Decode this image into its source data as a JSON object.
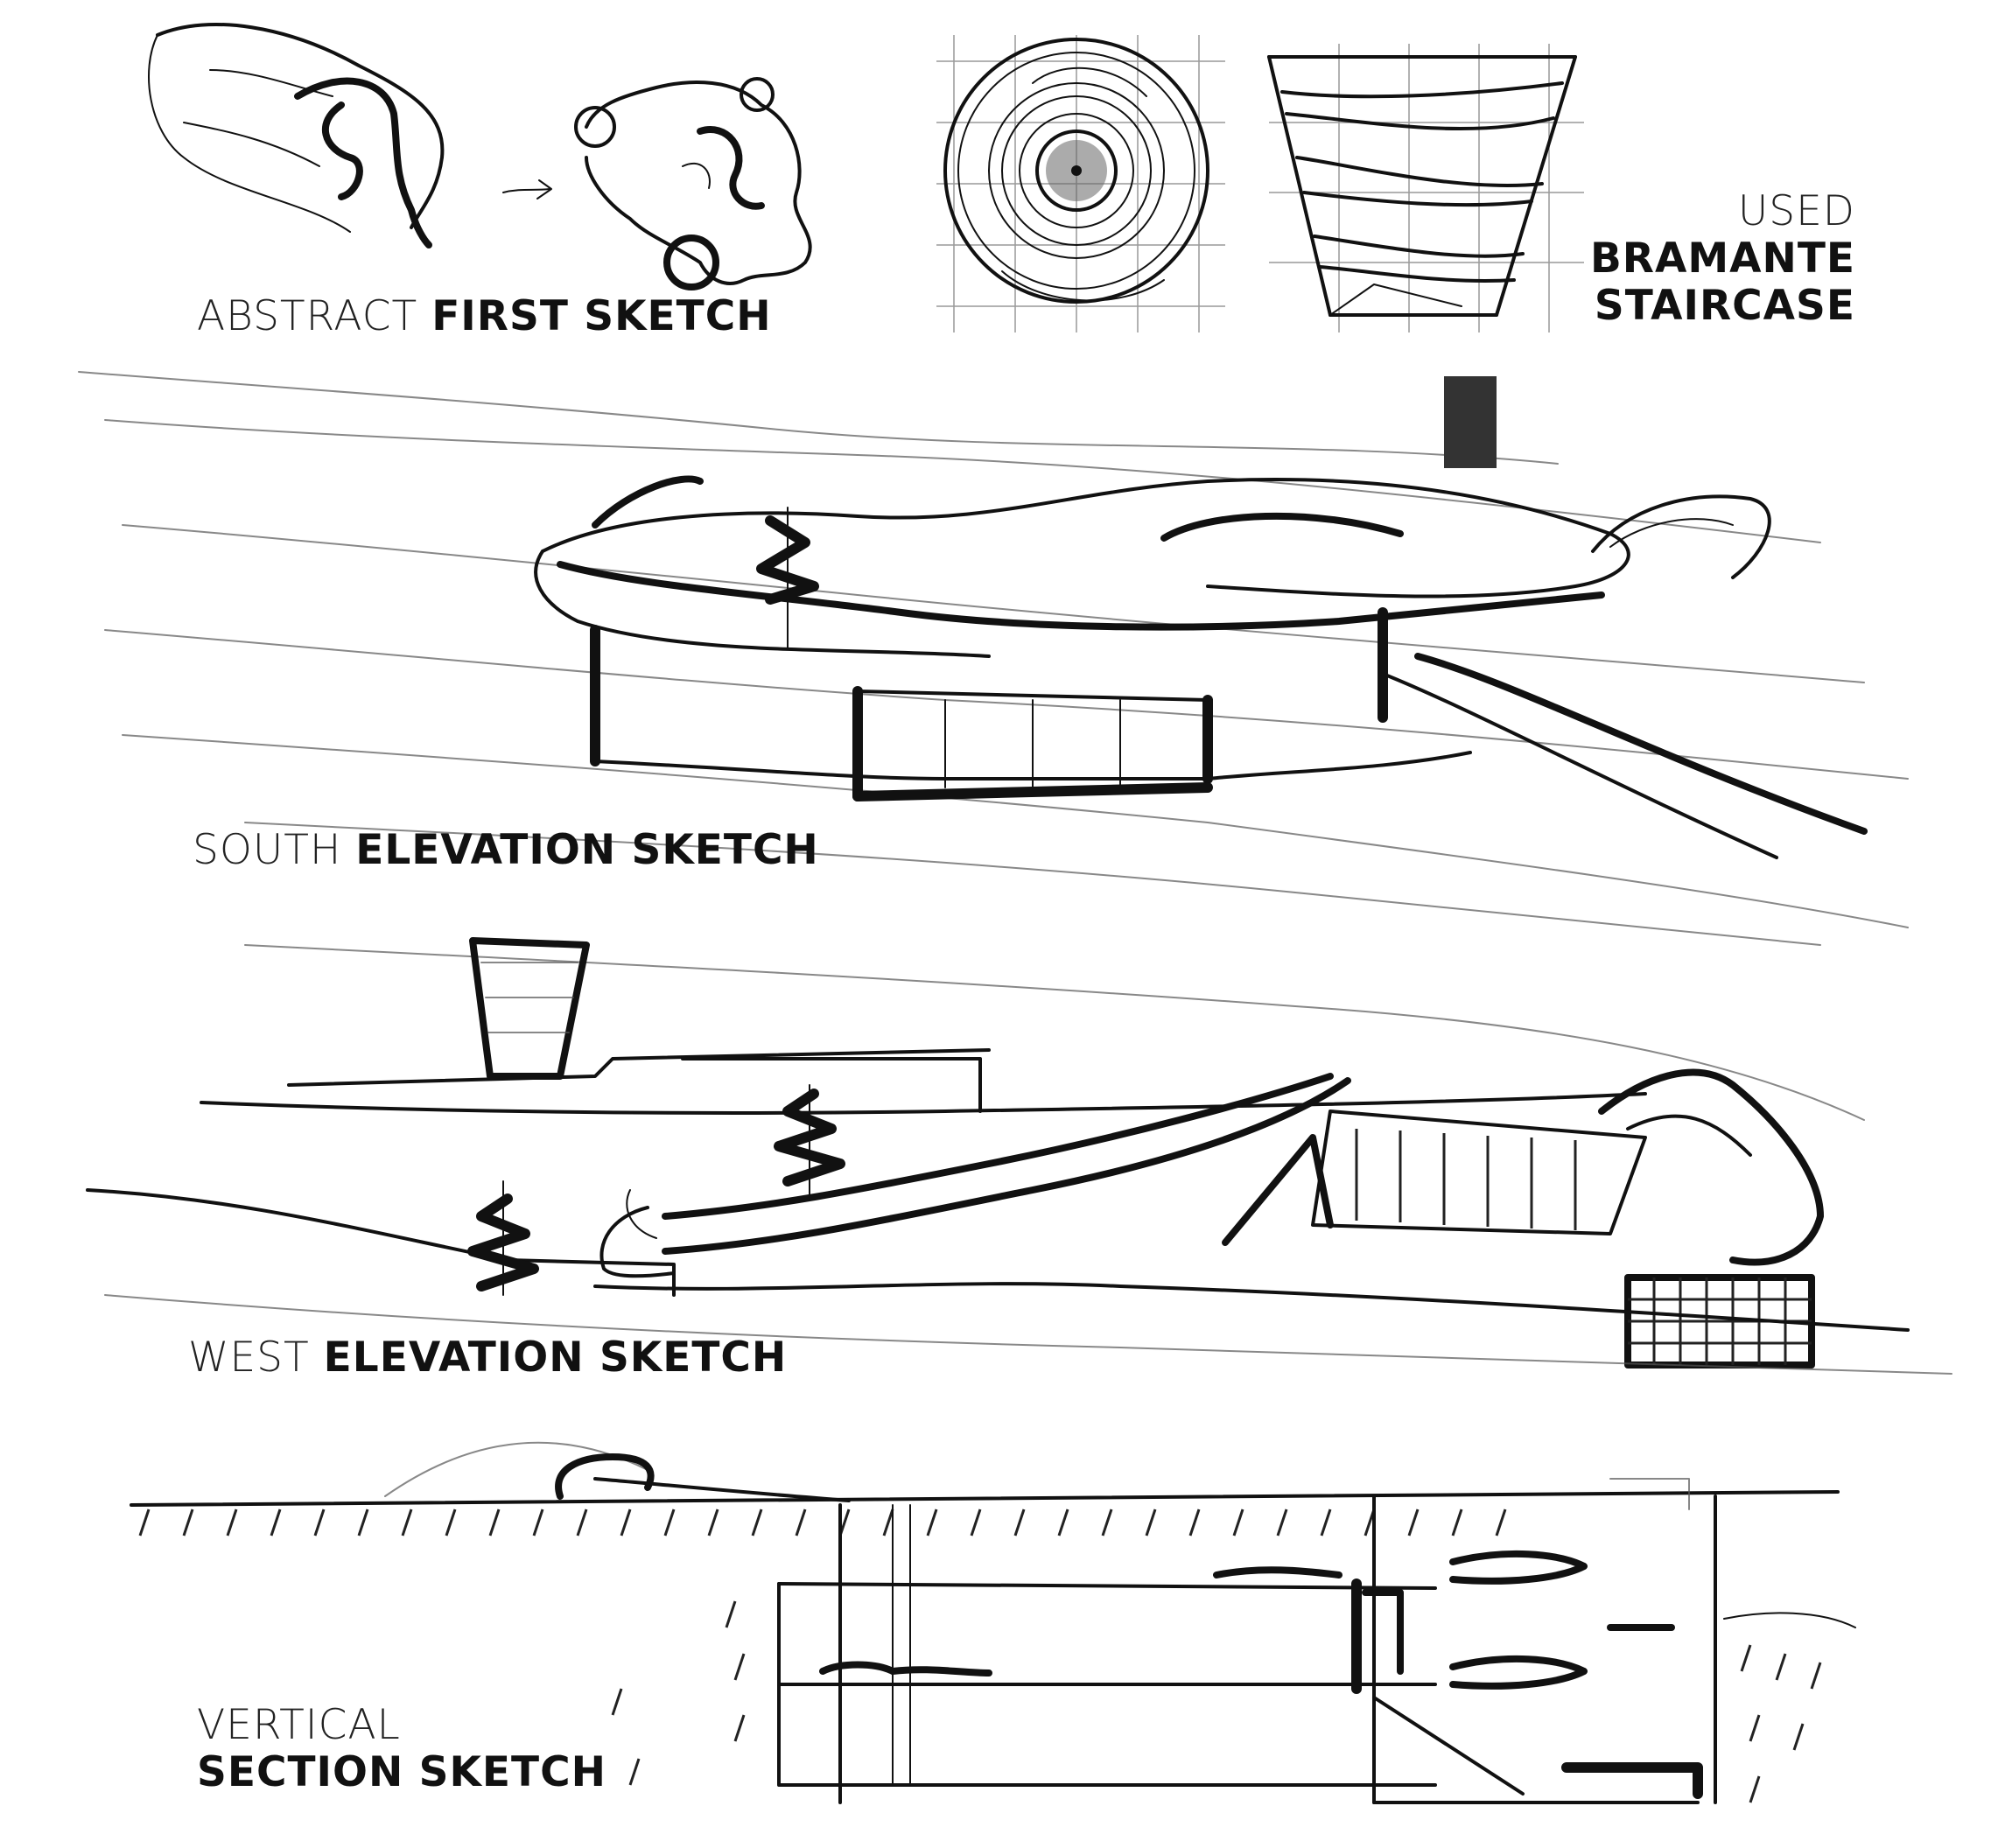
{
  "captions": {
    "abstract": {
      "light": "ABSTRACT",
      "bold": "FIRST SKETCH"
    },
    "bramante": {
      "light": "USED",
      "bold_line1": "BRAMANTE",
      "bold_line2": "STAIRCASE"
    },
    "south": {
      "light": "SOUTH",
      "bold": "ELEVATION SKETCH"
    },
    "west": {
      "light": "WEST",
      "bold": "ELEVATION SKETCH"
    },
    "section": {
      "light": "VERTICAL",
      "bold": "SECTION SKETCH"
    }
  },
  "colors": {
    "ink": "#111111",
    "paper": "#ffffff",
    "pencil": "#555555"
  }
}
